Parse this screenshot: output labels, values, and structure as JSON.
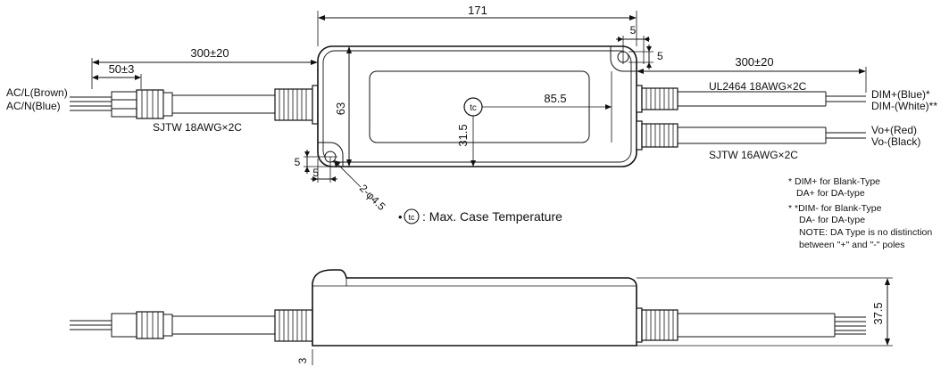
{
  "top_view": {
    "dims": {
      "overall_length": "171",
      "left_cable_length": "300±20",
      "strip_length": "50±3",
      "right_cable_length": "300±20",
      "corner_x": "5",
      "corner_y": "5",
      "height": "63",
      "tc_offset_x": "85.5",
      "tc_offset_y": "31.5",
      "bottom_x": "5",
      "bottom_y": "5",
      "holes": "2-φ4.5"
    },
    "labels": {
      "ac_l": "AC/L(Brown)",
      "ac_n": "AC/N(Blue)",
      "input_cable": "SJTW 18AWG×2C",
      "dim_cable": "UL2464 18AWG×2C",
      "dim_plus": "DIM+(Blue)*",
      "dim_minus": "DIM-(White)**",
      "vo_plus": "Vo+(Red)",
      "vo_minus": "Vo-(Black)",
      "output_cable": "SJTW 16AWG×2C",
      "tc_symbol": "tc"
    }
  },
  "legend": {
    "tc_prefix": "•",
    "tc_symbol": "tc",
    "tc_text": ": Max. Case Temperature"
  },
  "notes": {
    "line1": "* DIM+ for Blank-Type",
    "line2": "DA+ for DA-type",
    "line3": "* *DIM- for Blank-Type",
    "line4": "DA- for DA-type",
    "line5": "NOTE: DA Type is no distinction",
    "line6": "between \"+\" and \"-\" poles"
  },
  "side_view": {
    "dims": {
      "height": "37.5",
      "bottom_cut": "3"
    }
  }
}
